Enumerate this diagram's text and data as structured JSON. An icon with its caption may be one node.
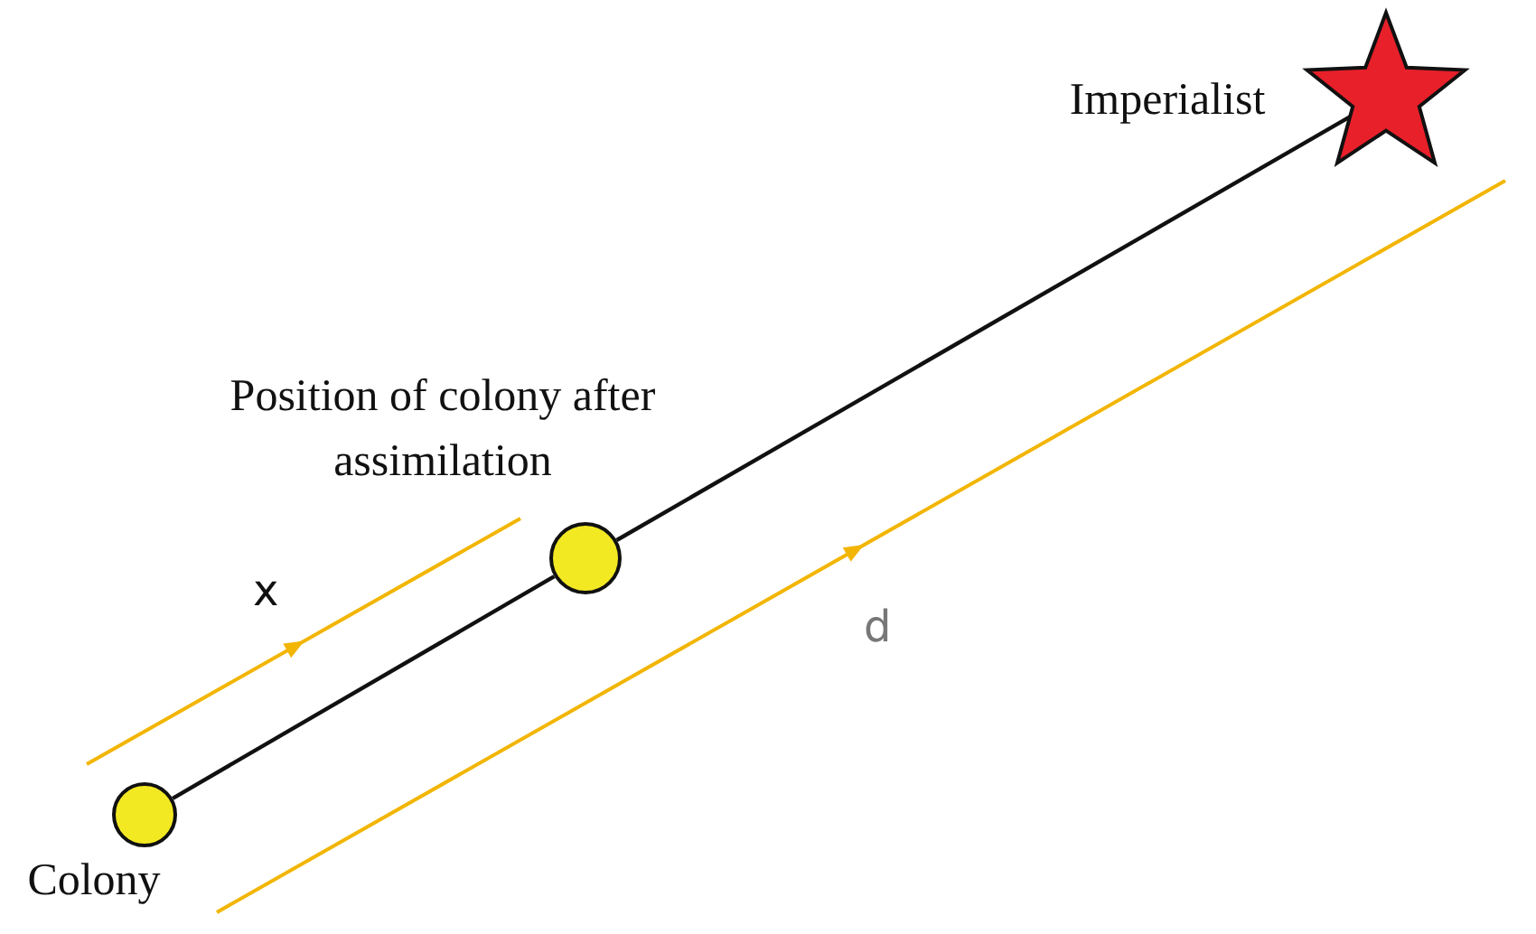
{
  "diagram": {
    "nodes": [
      {
        "text": [],
        "shape": "circle",
        "beside": [
          "Colony"
        ]
      },
      {
        "text": [],
        "shape": "circle",
        "beside": [
          "Position of colony after assimilation"
        ]
      },
      {
        "text": [],
        "shape": "star",
        "beside": [
          "Imperialist"
        ]
      }
    ],
    "edges": [
      {
        "from": 0,
        "to": 1,
        "arrow": "none"
      },
      {
        "from": 1,
        "to": 2,
        "arrow": "none"
      }
    ],
    "labels": [
      "x",
      "d"
    ]
  }
}
